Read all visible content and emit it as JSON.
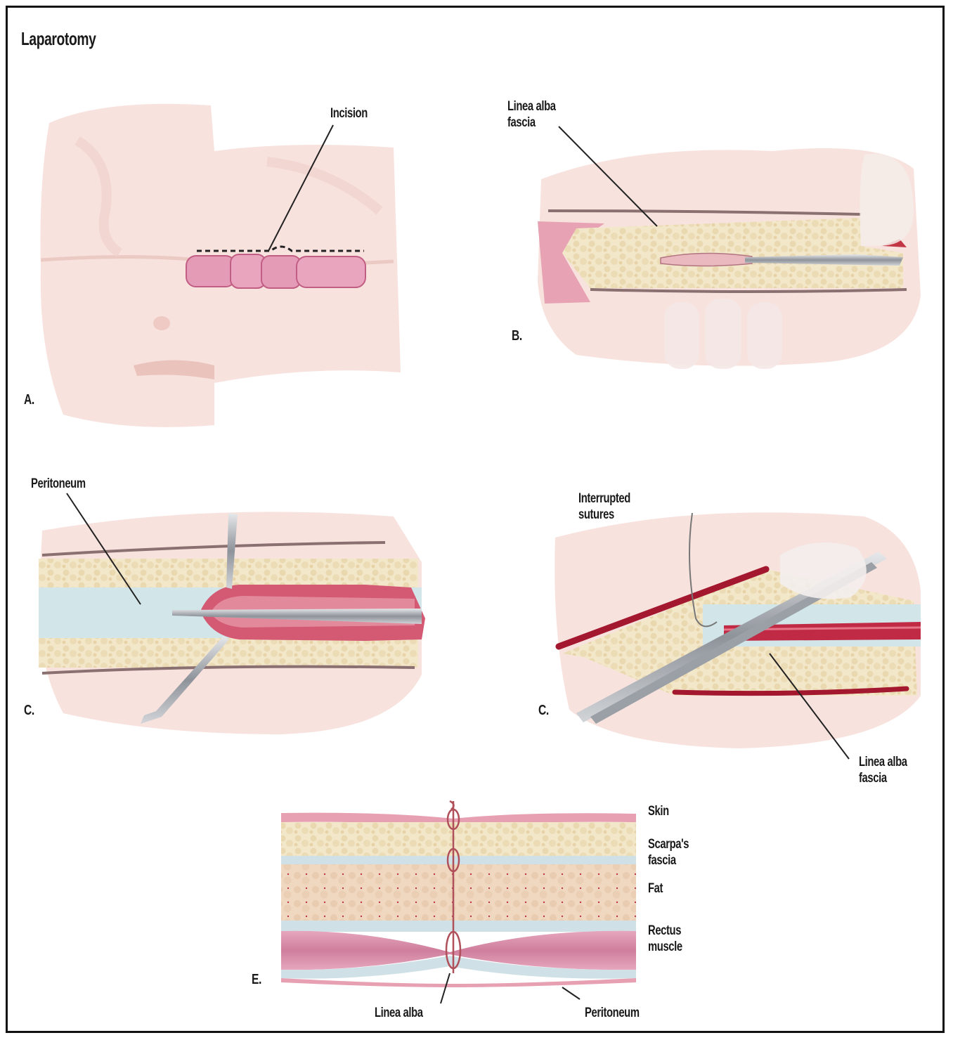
{
  "title": "Laparotomy",
  "panels": {
    "a": {
      "letter": "A.",
      "labels": {
        "incision": "Incision"
      }
    },
    "b": {
      "letter": "B.",
      "labels": {
        "linea_alba_fascia": "Linea alba\nfascia"
      }
    },
    "c": {
      "letter": "C.",
      "labels": {
        "peritoneum": "Peritoneum"
      }
    },
    "d": {
      "letter": "C.",
      "labels": {
        "interrupted_sutures": "Interrupted\nsutures",
        "linea_alba_fascia": "Linea alba\nfascia"
      }
    },
    "e": {
      "letter": "E.",
      "labels": {
        "skin": "Skin",
        "scarpas_fascia": "Scarpa's\nfascia",
        "fat": "Fat",
        "rectus_muscle": "Rectus\nmuscle",
        "linea_alba": "Linea alba",
        "peritoneum": "Peritoneum"
      }
    }
  },
  "colors": {
    "skin": "#f6dcd8",
    "skin_dark": "#ecc5c0",
    "muscle": "#d98aa7",
    "fat": "#f1e4c6",
    "fascia": "#cfe3e8",
    "blood": "#b8203a",
    "instrument": "#a9adb3"
  }
}
